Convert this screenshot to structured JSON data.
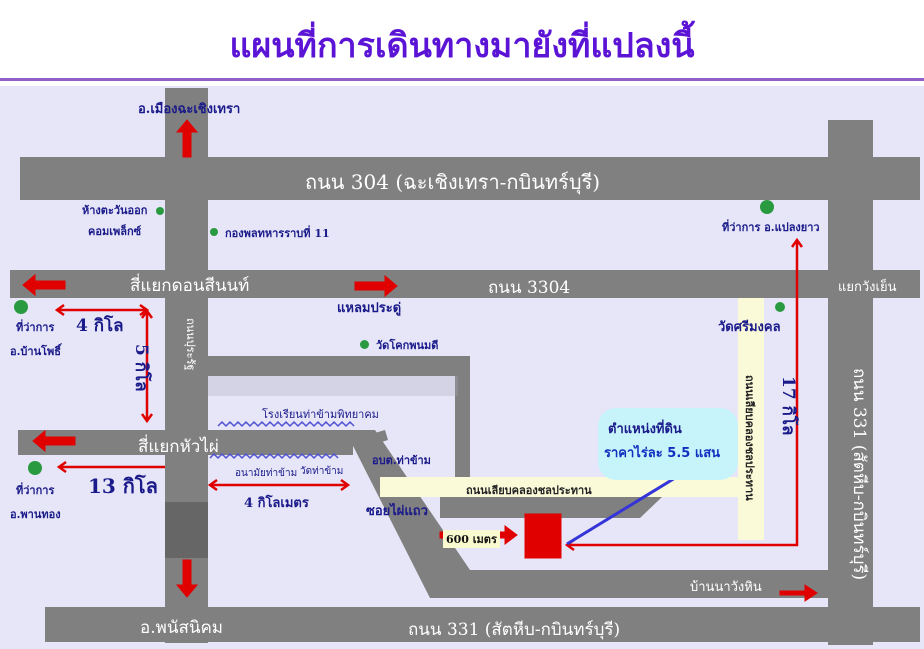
{
  "title": "แผนที่การเดินทางมายังที่แปลงนี้",
  "colors": {
    "title": "#5b14d6",
    "road": "#808080",
    "arrow": "#e00000",
    "land_marker": "#e00000",
    "landmark_dot": "#2a9a40",
    "background": "#e6e6f8"
  },
  "roads": {
    "r304": "ถนน 304 (ฉะเชิงเทรา-กบินทร์บุรี)",
    "r3304": "ถนน 3304",
    "r331_bottom": "ถนน 331 (สัตหีบ-กบินทร์บุรี)",
    "r331_right": "ถนน 331 (สัตหีบ-กบินทร์บุรี)",
    "left_vertical": "ถนนปุระรัฐ",
    "canal_road": "ถนนเลียบคลองชลประทาน",
    "canal_road_vertical": "ถนนเลียบคลองชลประทาน",
    "soi": "ซอยไผ่แถว"
  },
  "places": {
    "mueang": "อ.เมืองฉะเชิงเทรา",
    "mall1": "ห้างตะวันออก",
    "mall2": "คอมเพล็กซ์",
    "army": "กองพลทหารราบที่ 11",
    "plaeng_yao": "ที่ว่าการ อ.แปลงยาว",
    "don_si_non": "สี่แยกดอนสีนนท์",
    "laem": "แหลมประดู่",
    "wang_yen": "แยกวังเย็น",
    "ban_pho1": "ที่ว่าการ",
    "ban_pho2": "อ.บ้านโพธิ์",
    "wat_khok": "วัดโคกพนมดี",
    "wat_sri": "วัดศรีมงคล",
    "school": "โรงเรียนท่าข้ามพิทยาคม",
    "huai_phai": "สี่แยกหัวไผ่",
    "obt": "อบต.ท่าข้าม",
    "health": "อนามัยท่าข้าม",
    "wat_tha": "วัดท่าข้าม",
    "phan1": "ที่ว่าการ",
    "phan2": "อ.พานทอง",
    "phanat": "อ.พนัสนิคม",
    "wang_hin": "บ้านนาวังหิน"
  },
  "distances": {
    "d4": "4 กิโล",
    "d5": "5 กิโล",
    "d13": "13 กิโล",
    "d4km": "4 กิโลเมตร",
    "d600": "600 เมตร",
    "d17": "17 กิโล"
  },
  "land": {
    "label": "ตำแหน่งที่ดิน",
    "price": "ราคาไร่ละ 5.5 แสน"
  }
}
